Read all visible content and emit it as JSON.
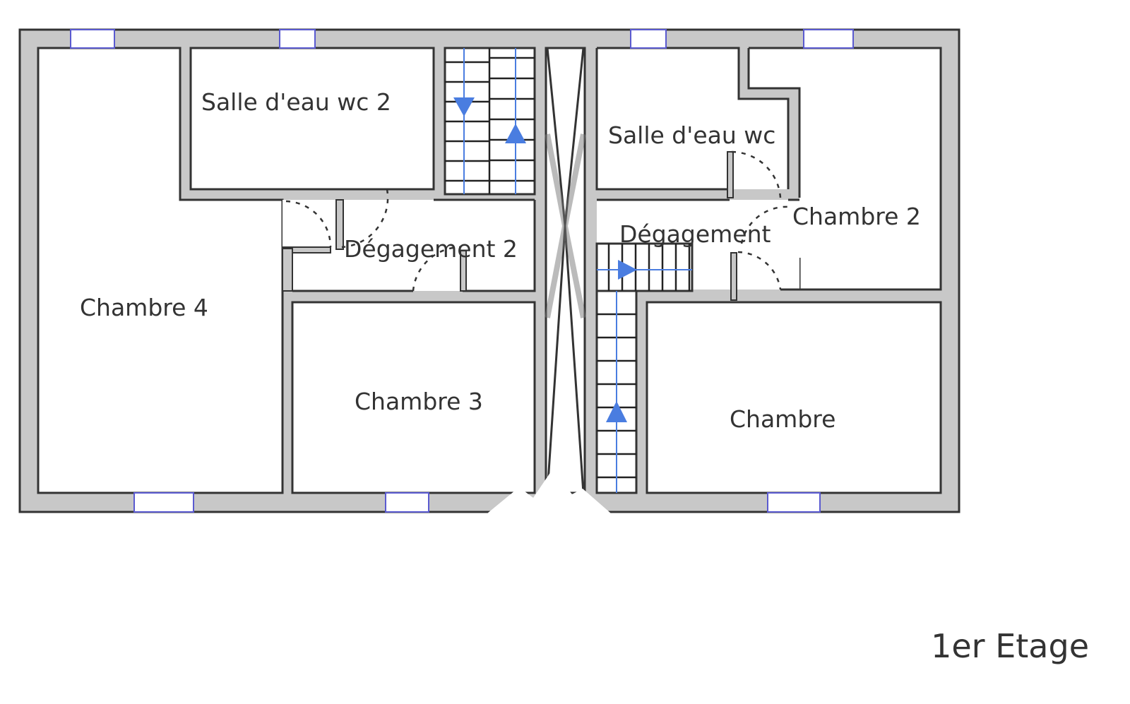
{
  "plan": {
    "title": "1er Etage",
    "rooms": {
      "salle_eau_wc_2": "Salle d'eau wc 2",
      "degagement_2": "Dégagement 2",
      "chambre_4": "Chambre 4",
      "chambre_3": "Chambre 3",
      "salle_eau_wc": "Salle d'eau wc",
      "chambre_2": "Chambre 2",
      "degagement": "Dégagement",
      "chambre": "Chambre"
    },
    "colors": {
      "wall": "#c8c8c8",
      "stair_arrow": "#4a7de0",
      "window": "#5a5ad0"
    }
  }
}
